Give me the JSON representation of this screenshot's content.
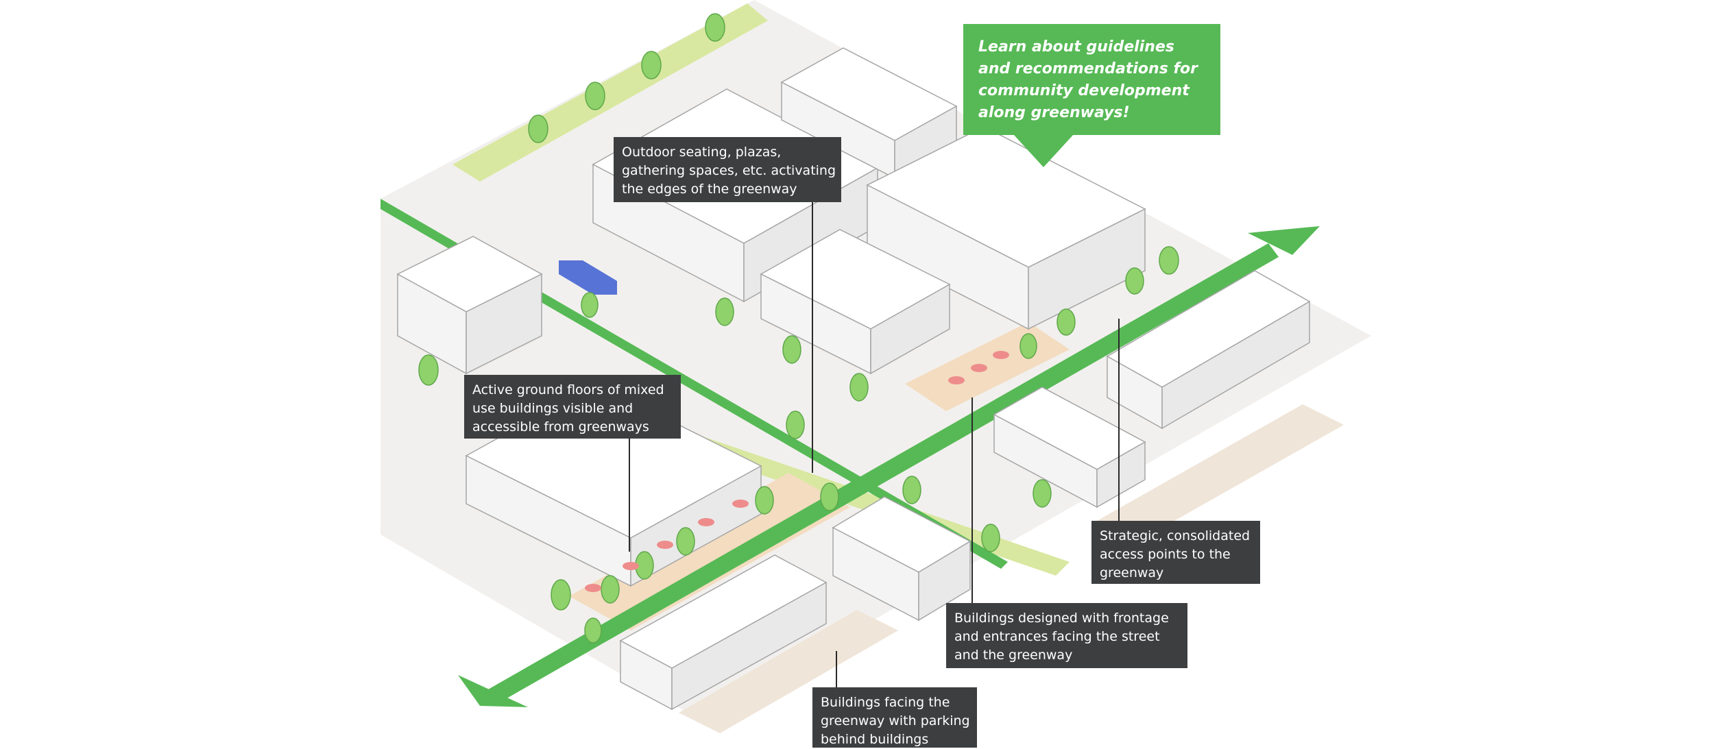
{
  "intro": {
    "lines": [
      "Learn about guidelines",
      "and recommendations for",
      "community development",
      "along greenways!"
    ],
    "color": "#56b955"
  },
  "callouts": {
    "outdoor_seating": [
      "Outdoor seating, plazas,",
      "gathering spaces, etc. activating",
      "the edges of the greenway"
    ],
    "active_ground": [
      "Active ground floors of mixed",
      "use buildings visible and",
      "accessible from greenways"
    ],
    "access_points": [
      "Strategic, consolidated",
      "access points to the",
      "greenway"
    ],
    "frontage": [
      "Buildings designed with frontage",
      "and entrances facing the street",
      "and the greenway"
    ],
    "parking": [
      "Buildings facing the",
      "greenway with parking",
      "behind buildings"
    ]
  },
  "colors": {
    "callout_bg": "#3d3e40",
    "greenway": "#56b955",
    "grass": "#d8e8a0",
    "tree": "#8fd16a",
    "building_fill": "#ffffff",
    "building_stroke": "#a6a6a6",
    "plaza": "#f3dcc0",
    "pavement": "#f2f0ee",
    "umbrella": "#ee8c8c",
    "people": "#3a57c9",
    "bus": "#5873d6"
  }
}
